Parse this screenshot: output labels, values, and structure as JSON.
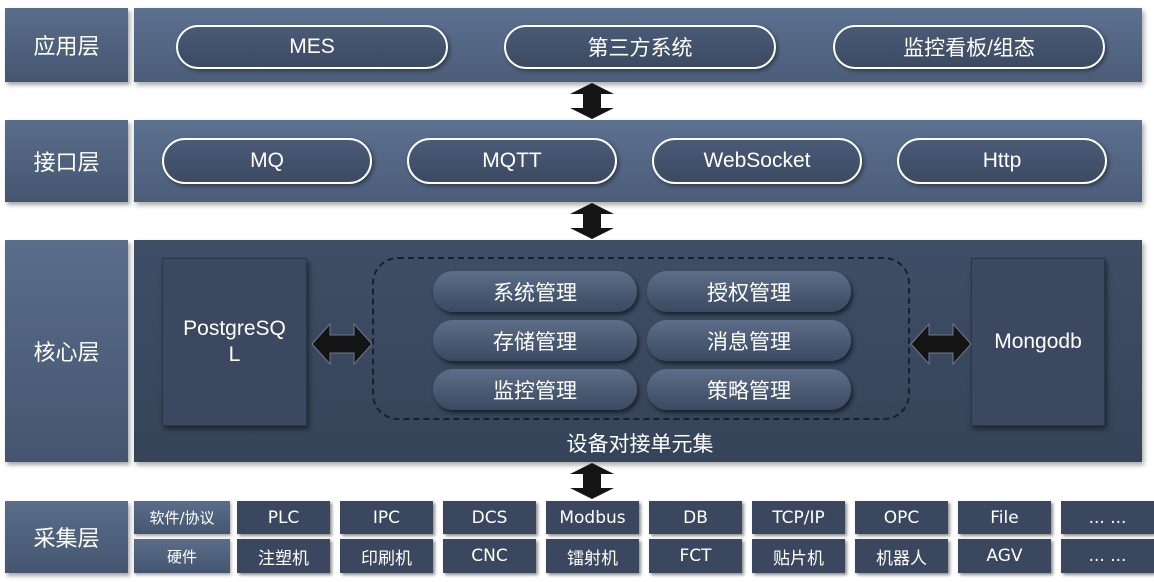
{
  "layers": {
    "app": {
      "label": "应用层",
      "items": [
        "MES",
        "第三方系统",
        "监控看板/组态"
      ]
    },
    "interface": {
      "label": "接口层",
      "items": [
        "MQ",
        "MQTT",
        "WebSocket",
        "Http"
      ]
    },
    "core": {
      "label": "核心层",
      "left_db": "PostgreSQ\nL",
      "right_db": "Mongodb",
      "modules": [
        "系统管理",
        "授权管理",
        "存储管理",
        "消息管理",
        "监控管理",
        "策略管理"
      ],
      "caption": "设备对接单元集"
    },
    "collect": {
      "label": "采集层",
      "software_label": "软件/协议",
      "hardware_label": "硬件",
      "software": [
        "PLC",
        "IPC",
        "DCS",
        "Modbus",
        "DB",
        "TCP/IP",
        "OPC",
        "File",
        "... ..."
      ],
      "hardware": [
        "注塑机",
        "印刷机",
        "CNC",
        "镭射机",
        "FCT",
        "贴片机",
        "机器人",
        "AGV",
        "... ..."
      ]
    }
  },
  "colors": {
    "panel": "#4b5d79",
    "core_panel": "#364459",
    "arrow": "#141414"
  }
}
